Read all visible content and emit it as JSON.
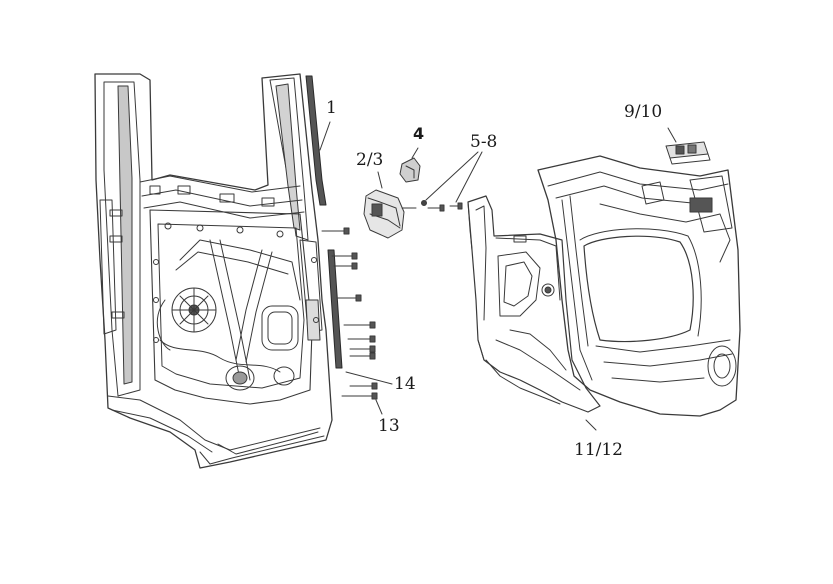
{
  "diagram": {
    "callouts": [
      {
        "id": "1",
        "text": "1"
      },
      {
        "id": "2-3",
        "text": "2/3"
      },
      {
        "id": "4",
        "text": "4"
      },
      {
        "id": "5-8",
        "text": "5-8"
      },
      {
        "id": "9-10",
        "text": "9/10"
      },
      {
        "id": "11-12",
        "text": "11/12"
      },
      {
        "id": "13",
        "text": "13"
      },
      {
        "id": "14",
        "text": "14"
      }
    ]
  },
  "colors": {
    "line": "#3a3a3a",
    "shade": "#bdbdbd",
    "dark": "#555555",
    "background": "#ffffff"
  }
}
